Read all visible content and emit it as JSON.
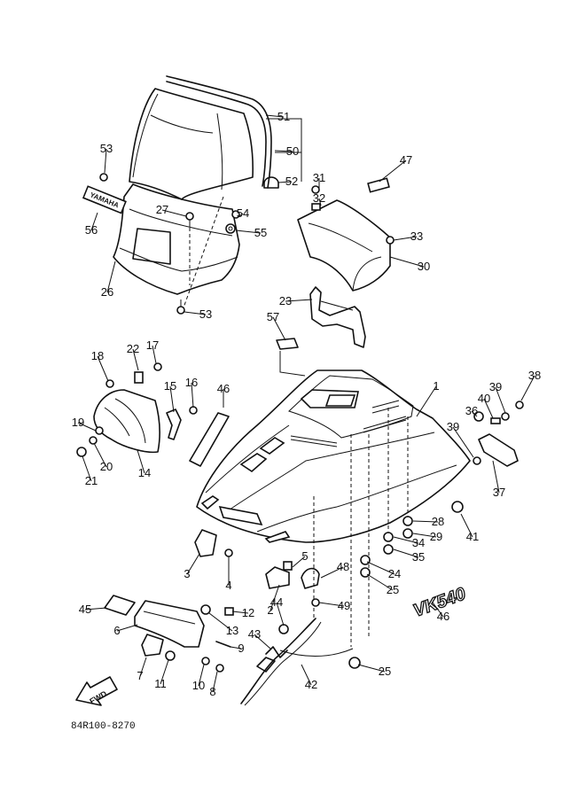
{
  "diagram": {
    "code": "84R100-8270",
    "brand_text": "YAMAHA",
    "decal_text": "VK540",
    "fwd_text": "FWD",
    "callouts": [
      {
        "label": "1"
      },
      {
        "label": "2"
      },
      {
        "label": "3"
      },
      {
        "label": "4"
      },
      {
        "label": "5"
      },
      {
        "label": "6"
      },
      {
        "label": "7"
      },
      {
        "label": "8"
      },
      {
        "label": "9"
      },
      {
        "label": "10"
      },
      {
        "label": "11"
      },
      {
        "label": "12"
      },
      {
        "label": "13"
      },
      {
        "label": "14"
      },
      {
        "label": "15"
      },
      {
        "label": "16"
      },
      {
        "label": "17"
      },
      {
        "label": "18"
      },
      {
        "label": "19"
      },
      {
        "label": "20"
      },
      {
        "label": "21"
      },
      {
        "label": "22"
      },
      {
        "label": "23"
      },
      {
        "label": "24"
      },
      {
        "label": "25"
      },
      {
        "label": "25"
      },
      {
        "label": "26"
      },
      {
        "label": "27"
      },
      {
        "label": "28"
      },
      {
        "label": "29"
      },
      {
        "label": "30"
      },
      {
        "label": "31"
      },
      {
        "label": "32"
      },
      {
        "label": "33"
      },
      {
        "label": "34"
      },
      {
        "label": "35"
      },
      {
        "label": "36"
      },
      {
        "label": "37"
      },
      {
        "label": "38"
      },
      {
        "label": "39"
      },
      {
        "label": "39"
      },
      {
        "label": "40"
      },
      {
        "label": "41"
      },
      {
        "label": "42"
      },
      {
        "label": "43"
      },
      {
        "label": "44"
      },
      {
        "label": "45"
      },
      {
        "label": "46"
      },
      {
        "label": "46"
      },
      {
        "label": "47"
      },
      {
        "label": "48"
      },
      {
        "label": "49"
      },
      {
        "label": "50"
      },
      {
        "label": "51"
      },
      {
        "label": "52"
      },
      {
        "label": "53"
      },
      {
        "label": "53"
      },
      {
        "label": "54"
      },
      {
        "label": "55"
      },
      {
        "label": "56"
      },
      {
        "label": "57"
      }
    ]
  }
}
